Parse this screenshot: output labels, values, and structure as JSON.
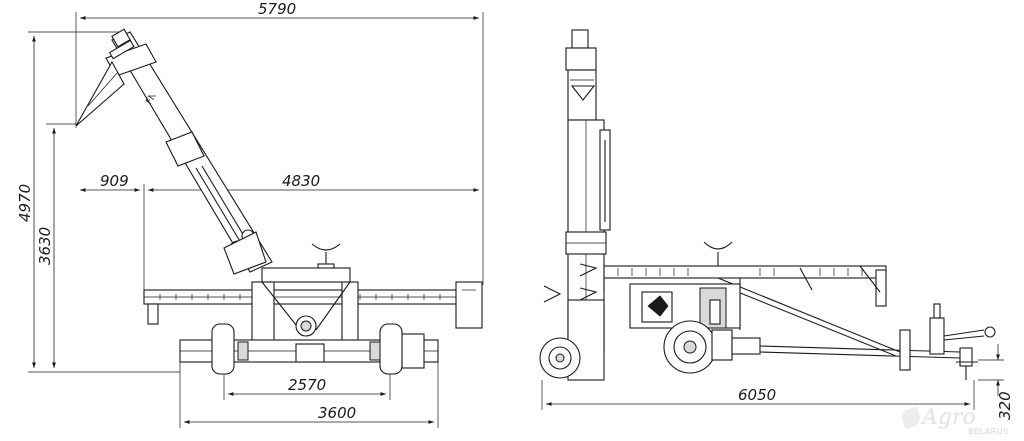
{
  "dimensions": {
    "overall_width": "5790",
    "overall_height": "4970",
    "lift_height": "3630",
    "front_offset": "909",
    "reach": "4830",
    "track_inner": "2570",
    "track_outer": "3600",
    "total_length": "6050",
    "ground_clearance": "320"
  },
  "watermark": {
    "brand": "Agro",
    "sub": "BELARUS"
  }
}
